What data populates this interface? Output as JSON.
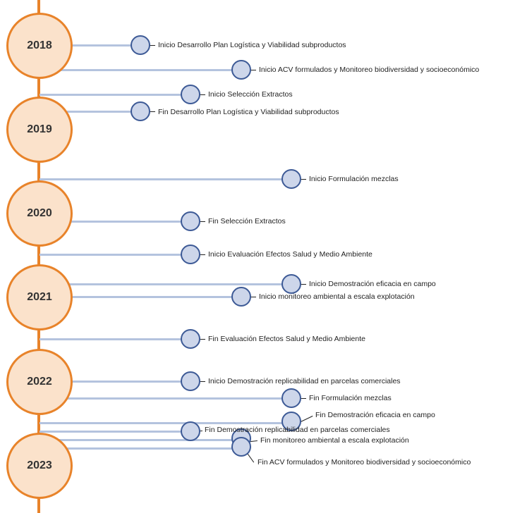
{
  "years": [
    "2018",
    "2019",
    "2020",
    "2021",
    "2022",
    "2023"
  ],
  "events": [
    "Inicio  Desarrollo Plan Logística y Viabilidad subproductos",
    "Inicio ACV formulados y Monitoreo biodiversidad y socioeconómico",
    "Inicio Selección Extractos",
    "Fin Desarrollo Plan Logística y Viabilidad subproductos",
    "Inicio Formulación mezclas",
    "Fin Selección Extractos",
    "Inicio Evaluación Efectos Salud y Medio Ambiente",
    "Inicio Demostración eficacia en campo",
    "Inicio monitoreo ambiental a escala explotación",
    "Fin Evaluación Efectos Salud y Medio Ambiente",
    "Inicio Demostración replicabilidad en parcelas comerciales",
    "Fin Formulación mezclas",
    "Fin Demostración eficacia en campo",
    "Fin Demostración replicabilidad en parcelas comerciales",
    "Fin monitoreo ambiental a escala explotación",
    "Fin ACV formulados y Monitoreo biodiversidad y socioeconómico"
  ],
  "colors": {
    "axis": "#E8832A",
    "year_fill": "#FBE2CB",
    "node_fill": "#CDD6EA",
    "node_border": "#3D5A96",
    "connector": "#B4C3DE"
  }
}
